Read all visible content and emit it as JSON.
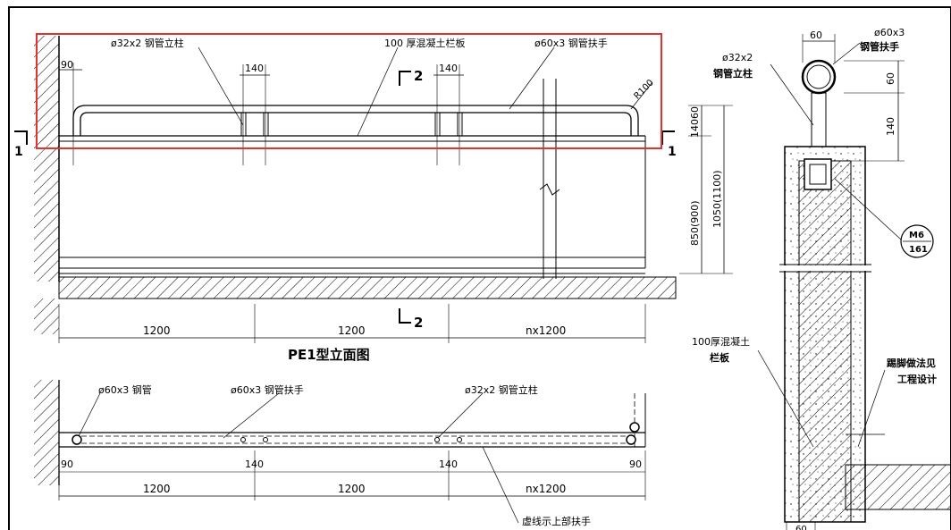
{
  "elevation": {
    "label_post": "ø32x2 钢管立柱",
    "label_slab": "100  厚混凝土栏板",
    "label_rail": "ø60x3  钢管扶手",
    "dim_90": "90",
    "dim_140a": "140",
    "dim_140b": "140",
    "radius": "R100",
    "section_mark": "2",
    "section_mark_bottom": "2",
    "cut_left": "1",
    "cut_right": "1",
    "dim_14060": "14060",
    "dim_850": "850(900)",
    "dim_1050": "1050(1100)",
    "bay_1": "1200",
    "bay_2": "1200",
    "bay_n": "nx1200",
    "title": "PE1型立面图"
  },
  "plan": {
    "label_pipe": "ø60x3  钢管",
    "label_rail": "ø60x3  钢管扶手",
    "label_post": "ø32x2 钢管立柱",
    "dim_90_left": "90",
    "dim_140a": "140",
    "dim_140b": "140",
    "dim_90_right": "90",
    "bay_1": "1200",
    "bay_2": "1200",
    "bay_n": "nx1200",
    "note": "虚线示上部扶手"
  },
  "section": {
    "dim_60_top": "60",
    "label_rail": "ø60x3",
    "label_rail_2": "钢管扶手",
    "label_post": "ø32x2",
    "label_post_2": "钢管立柱",
    "dim_60_side": "60",
    "dim_140": "140",
    "ref_top": "M6",
    "ref_bottom": "161",
    "label_slab": "100厚混凝土",
    "label_slab_2": "栏板",
    "label_skirting": "踢脚做法见",
    "label_skirting_2": "工程设计",
    "dim_bottom": "60"
  },
  "colors": {
    "ink": "#000000",
    "highlight": "#e0322f"
  }
}
